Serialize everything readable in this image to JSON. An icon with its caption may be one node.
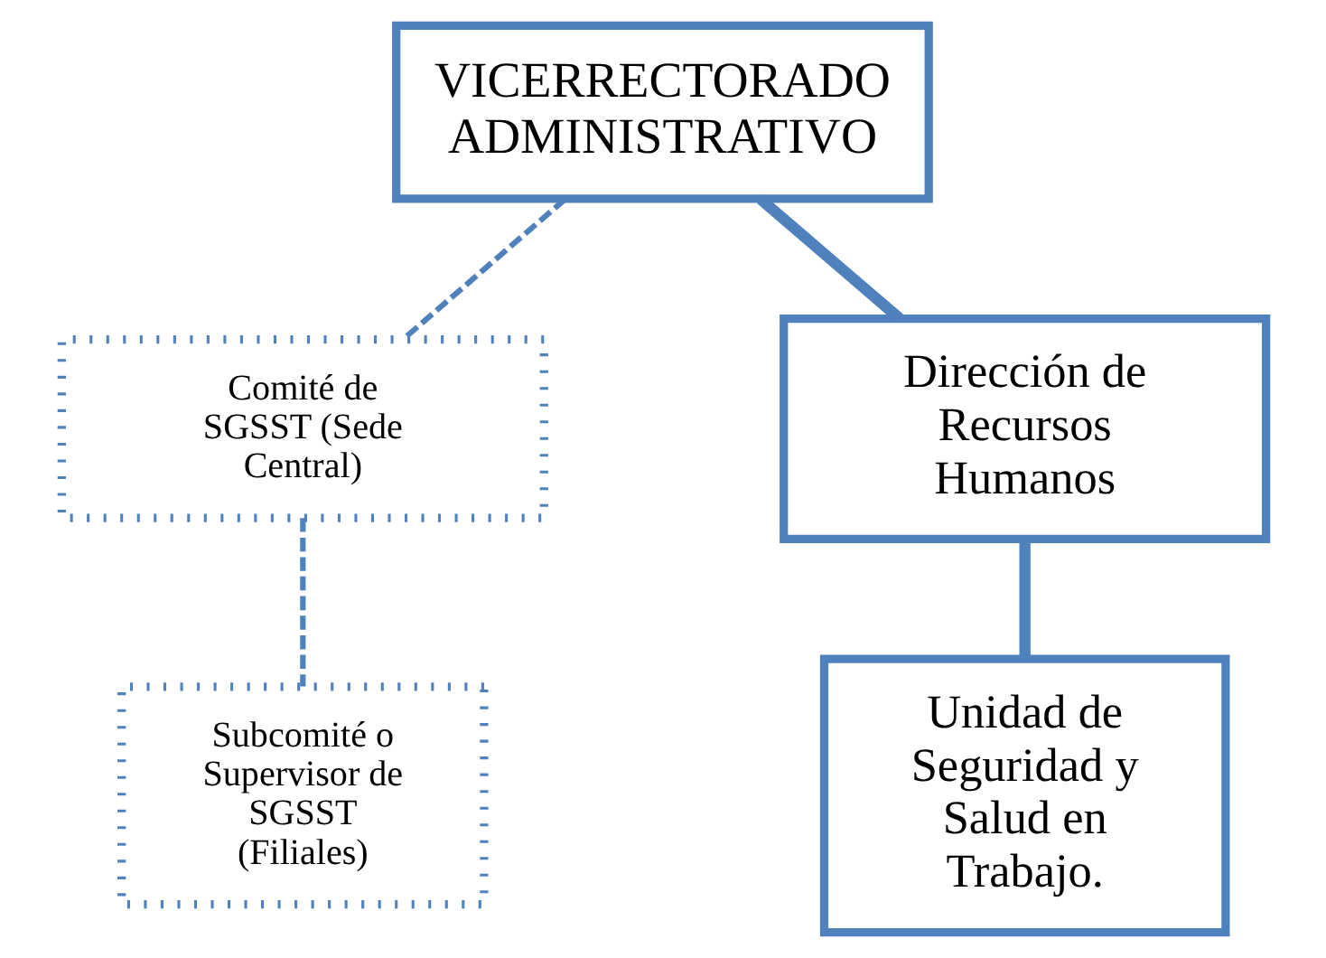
{
  "diagram": {
    "nodes": [
      {
        "text": [
          "VICERRECTORADO ADMINISTRATIVO"
        ]
      },
      {
        "text": [
          "Comité de SGSST (Sede Central)"
        ]
      },
      {
        "text": [
          "Dirección de Recursos Humanos"
        ]
      },
      {
        "text": [
          "Unidad de Seguridad y Salud en Trabajo."
        ]
      },
      {
        "text": [
          "Subcomité o Supervisor de SGSST (Filiales)"
        ]
      }
    ],
    "edges": [
      {
        "from": 0,
        "to": 2,
        "arrow": "none",
        "style": "thick"
      },
      {
        "from": 0,
        "to": 1,
        "arrow": "none",
        "style": "dashed"
      },
      {
        "from": 2,
        "to": 3,
        "arrow": "none",
        "style": "thick"
      },
      {
        "from": 1,
        "to": 4,
        "arrow": "none",
        "style": "dashed"
      }
    ]
  }
}
